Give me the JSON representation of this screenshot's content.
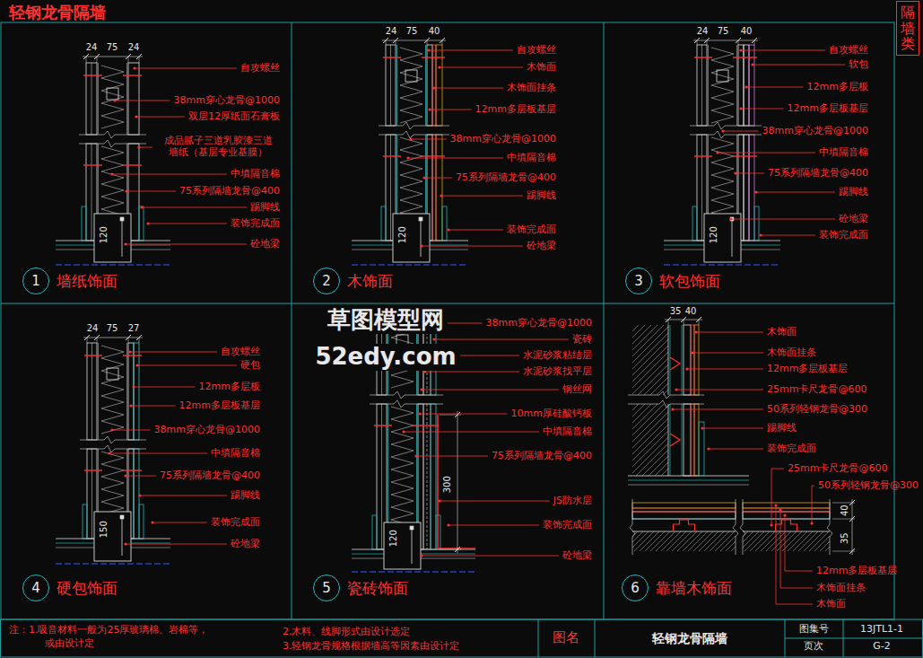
{
  "diagram": {
    "title": "轻钢龙骨隔墙",
    "nodes": [
      {
        "text": [
          "隔墙类"
        ]
      },
      {
        "text": [
          "1",
          "墙纸饰面"
        ]
      },
      {
        "text": [
          "2",
          "木饰面"
        ]
      },
      {
        "text": [
          "3",
          "软包饰面"
        ]
      },
      {
        "text": [
          "4",
          "硬包饰面"
        ]
      },
      {
        "text": [
          "5",
          "瓷砖饰面"
        ]
      },
      {
        "text": [
          "6",
          "靠墙木饰面"
        ]
      }
    ],
    "labels": [
      "24",
      "75",
      "24",
      "自攻螺丝",
      "38mm穿心龙骨@1000",
      "双层12厚纸面石膏板",
      "成品腻子三道乳胶漆三道 墙纸（基层专业基膜）",
      "中填隔音棉",
      "75系列隔墙龙骨@400",
      "踢脚线",
      "装饰完成面",
      "砼地梁",
      "120",
      "24",
      "75",
      "40",
      "自攻螺丝",
      "木饰面",
      "木饰面挂条",
      "12mm多层板基层",
      "38mm穿心龙骨@1000",
      "中填隔音棉",
      "75系列隔墙龙骨@400",
      "踢脚线",
      "装饰完成面",
      "砼地梁",
      "120",
      "24",
      "75",
      "40",
      "自攻螺丝",
      "软包",
      "12mm多层板",
      "12mm多层板基层",
      "38mm穿心龙骨@1000",
      "中填隔音棉",
      "75系列隔墙龙骨@400",
      "踢脚线",
      "砼地梁",
      "装饰完成面",
      "120",
      "24",
      "75",
      "27",
      "自攻螺丝",
      "硬包",
      "12mm多层板",
      "12mm多层板基层",
      "38mm穿心龙骨@1000",
      "中填隔音棉",
      "75系列隔墙龙骨@400",
      "踢脚线",
      "装饰完成面",
      "砼地梁",
      "150",
      "38mm穿心龙骨@1000",
      "瓷砖",
      "水泥砂浆粘结层",
      "水泥砂浆找平层",
      "钢丝网",
      "10mm厚硅酸钙板",
      "中填隔音棉",
      "75系列隔墙龙骨@400",
      "JS防水层",
      "装饰完成面",
      "砼地梁",
      "300",
      "120",
      "草图模型网",
      "52edy.com",
      "35",
      "40",
      "木饰面",
      "木饰面挂条",
      "12mm多层板基层",
      "25mm卡尺龙骨@600",
      "50系列轻钢龙骨@300",
      "踢脚线",
      "装饰完成面",
      "25mm卡尺龙骨@600",
      "50系列轻钢龙骨@300",
      "40",
      "35",
      "12mm多层板基层",
      "木饰面挂条",
      "木饰面",
      "注：1.吸音材料一般为25厚玻璃棉、岩棉等， 或由设计定",
      "2.木料、线脚形式由设计选定",
      "3.轻钢龙骨规格根据墙高等因素由设计定",
      "图名",
      "轻钢龙骨隔墙",
      "图集号",
      "13JTL1-1",
      "页次",
      "G-2"
    ]
  }
}
